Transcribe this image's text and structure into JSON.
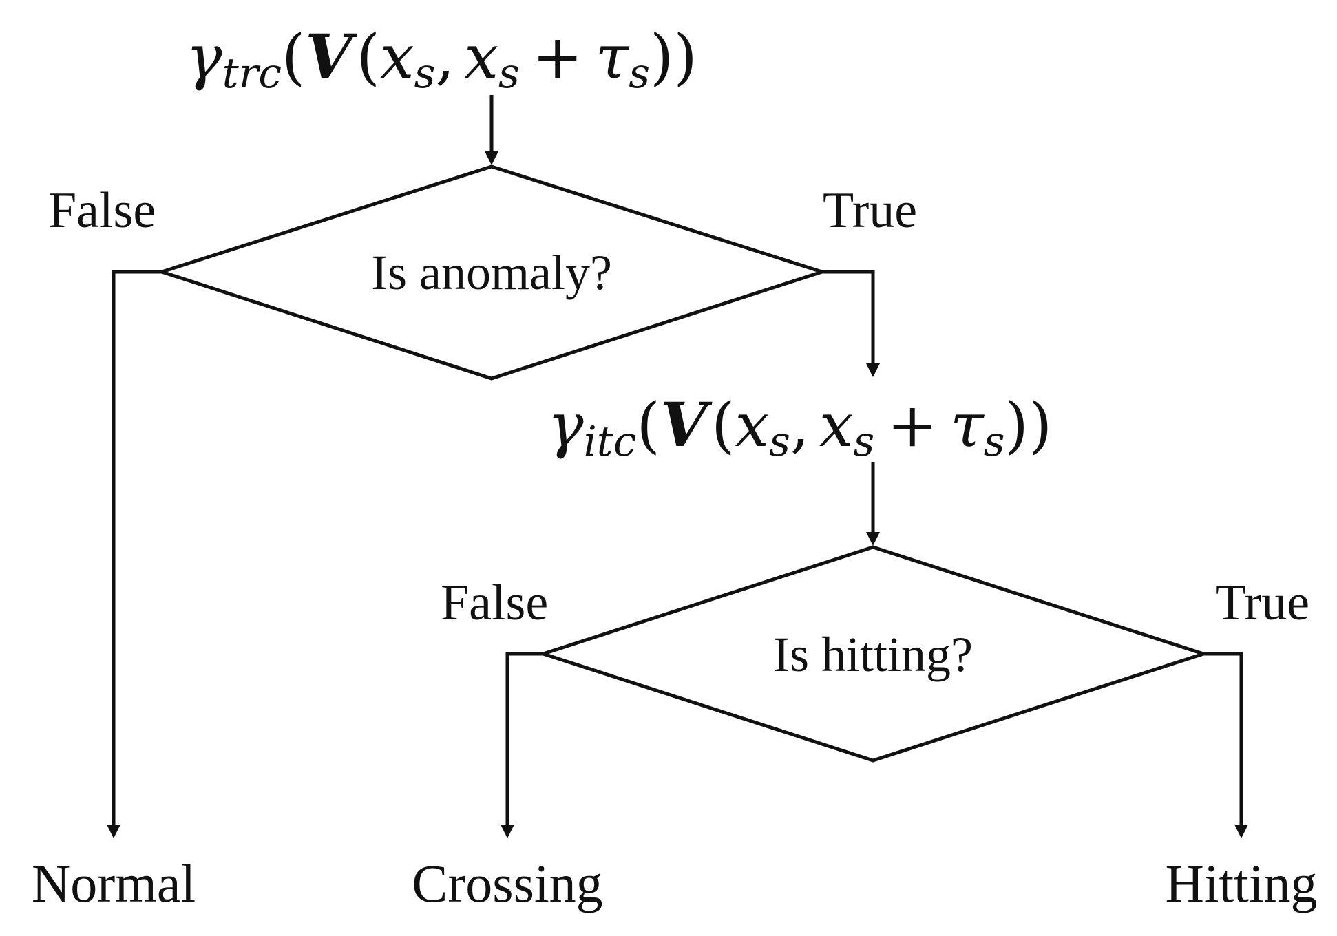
{
  "formulas": {
    "top": {
      "gamma": "γ",
      "subscript": "trc",
      "open_paren": "(",
      "operator": "V",
      "inner_open": "(",
      "var1": "x",
      "var1_sub": "s",
      "comma": ",",
      "var2": "x",
      "var2_sub": "s",
      "plus": "+",
      "tau": "τ",
      "tau_sub": "s",
      "close": "))"
    },
    "middle": {
      "gamma": "γ",
      "subscript": "itc",
      "open_paren": "(",
      "operator": "V",
      "inner_open": "(",
      "var1": "x",
      "var1_sub": "s",
      "comma": ",",
      "var2": "x",
      "var2_sub": "s",
      "plus": "+",
      "tau": "τ",
      "tau_sub": "s",
      "close": "))"
    }
  },
  "decisions": {
    "anomaly": {
      "question": "Is anomaly?",
      "false_label": "False",
      "true_label": "True"
    },
    "hitting": {
      "question": "Is hitting?",
      "false_label": "False",
      "true_label": "True"
    }
  },
  "outcomes": {
    "normal": "Normal",
    "crossing": "Crossing",
    "hitting": "Hitting"
  }
}
